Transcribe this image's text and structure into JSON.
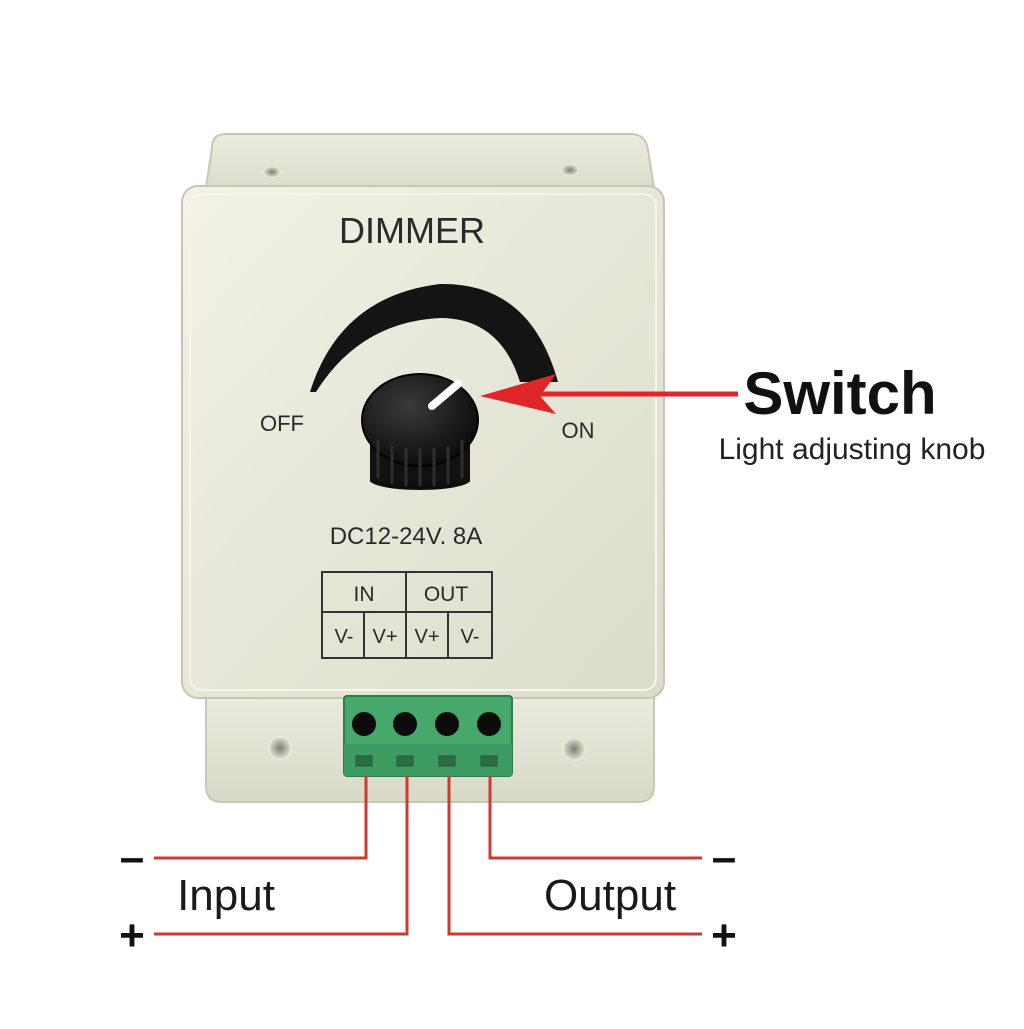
{
  "device": {
    "title": "DIMMER",
    "off_label": "OFF",
    "on_label": "ON",
    "rating": "DC12-24V. 8A"
  },
  "terminal_table": {
    "in_header": "IN",
    "out_header": "OUT",
    "pins": [
      "V-",
      "V+",
      "V+",
      "V-"
    ]
  },
  "callout": {
    "title": "Switch",
    "subtitle": "Light adjusting knob"
  },
  "wiring": {
    "input_label": "Input",
    "output_label": "Output",
    "input_minus": "–",
    "input_plus": "+",
    "output_minus": "–",
    "output_plus": "+"
  },
  "colors": {
    "case": "#e8e8d8",
    "terminal_block": "#46a86a",
    "wire": "#cc3a30",
    "arrow": "#e0262a"
  }
}
